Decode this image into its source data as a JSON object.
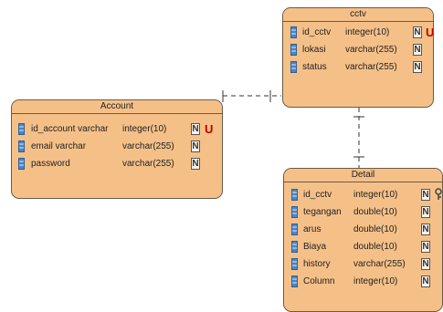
{
  "entities": {
    "account": {
      "name": "Account",
      "columns": [
        {
          "name": "id_account varchar",
          "type": "integer(10)",
          "nullable": "N",
          "unique": "U"
        },
        {
          "name": "email varchar",
          "type": "varchar(255)",
          "nullable": "N"
        },
        {
          "name": "password",
          "type": "varchar(255)",
          "nullable": "N"
        }
      ]
    },
    "cctv": {
      "name": "cctv",
      "columns": [
        {
          "name": "id_cctv",
          "type": "integer(10)",
          "nullable": "N",
          "unique": "U"
        },
        {
          "name": "lokasi",
          "type": "varchar(255)",
          "nullable": "N"
        },
        {
          "name": "status",
          "type": "varchar(255)",
          "nullable": "N"
        }
      ]
    },
    "detail": {
      "name": "Detail",
      "columns": [
        {
          "name": "id_cctv",
          "type": "integer(10)",
          "nullable": "N",
          "foreign_key": "key-icon"
        },
        {
          "name": "tegangan",
          "type": "double(10)",
          "nullable": "N"
        },
        {
          "name": "arus",
          "type": "double(10)",
          "nullable": "N"
        },
        {
          "name": "Biaya",
          "type": "double(10)",
          "nullable": "N"
        },
        {
          "name": "history",
          "type": "varchar(255)",
          "nullable": "N"
        },
        {
          "name": "Column",
          "type": "integer(10)",
          "nullable": "N"
        }
      ]
    }
  },
  "colors": {
    "entity_fill": "#f5c088",
    "border": "#6b5a48",
    "unique_badge": "#c00000",
    "field_icon": "#4a86c8"
  }
}
